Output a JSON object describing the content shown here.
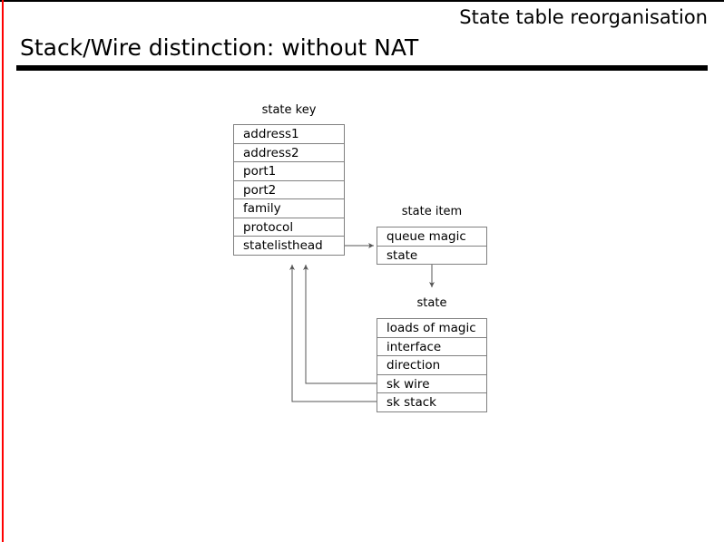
{
  "slide": {
    "header": "State table reorganisation",
    "title": "Stack/Wire distinction: without NAT",
    "accent_color": "#ff0000",
    "rule_color": "#000000",
    "box_border_color": "#808080"
  },
  "diagram": {
    "structures": [
      {
        "id": "state-key",
        "caption": "state key",
        "fields": [
          "address1",
          "address2",
          "port1",
          "port2",
          "family",
          "protocol",
          "statelisthead"
        ]
      },
      {
        "id": "state-item",
        "caption": "state item",
        "fields": [
          "queue magic",
          "state"
        ]
      },
      {
        "id": "state",
        "caption": "state",
        "fields": [
          "loads of magic",
          "interface",
          "direction",
          "sk wire",
          "sk stack"
        ]
      }
    ],
    "connections": [
      {
        "from": "state-key.statelisthead",
        "to": "state-item",
        "style": "arrow-right"
      },
      {
        "from": "state-item",
        "to": "state",
        "style": "arrow-down"
      },
      {
        "from": "state.sk wire",
        "to": "state-key.statelisthead",
        "style": "arrow-up-elbow"
      },
      {
        "from": "state.sk stack",
        "to": "state-key.statelisthead",
        "style": "arrow-up-elbow"
      }
    ]
  }
}
